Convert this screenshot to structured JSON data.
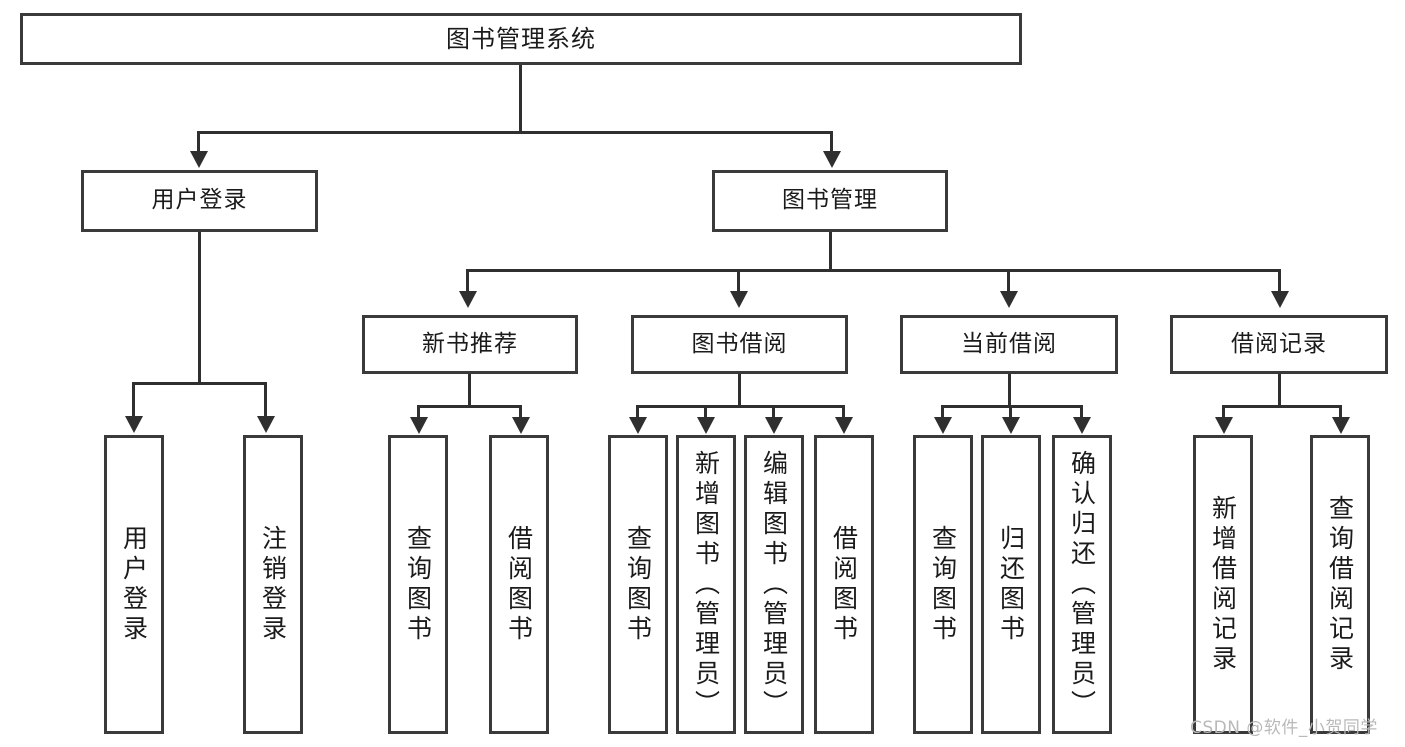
{
  "diagram": {
    "title": "图书管理系统",
    "type": "hierarchy-tree",
    "root": {
      "label": "图书管理系统"
    },
    "level2": [
      {
        "label": "用户登录"
      },
      {
        "label": "图书管理"
      }
    ],
    "level3": [
      {
        "label": "新书推荐"
      },
      {
        "label": "图书借阅"
      },
      {
        "label": "当前借阅"
      },
      {
        "label": "借阅记录"
      }
    ],
    "leaves": {
      "user_login": [
        {
          "label": "用户登录"
        },
        {
          "label": "注销登录"
        }
      ],
      "new_book_recommend": [
        {
          "label": "查询图书"
        },
        {
          "label": "借阅图书"
        }
      ],
      "book_borrow": [
        {
          "label": "查询图书"
        },
        {
          "label": "新增图书（管理员）"
        },
        {
          "label": "编辑图书（管理员）"
        },
        {
          "label": "借阅图书"
        }
      ],
      "current_borrow": [
        {
          "label": "查询图书"
        },
        {
          "label": "归还图书"
        },
        {
          "label": "确认归还（管理员）"
        }
      ],
      "borrow_record": [
        {
          "label": "新增借阅记录"
        },
        {
          "label": "查询借阅记录"
        }
      ]
    }
  },
  "watermark": {
    "text": "CSDN @软件_小贺同学"
  },
  "colors": {
    "box_border": "#3a3a3a",
    "line": "#2f2f2f",
    "text": "#1b1b1b",
    "background": "#ffffff",
    "watermark": "#b9b9b9"
  }
}
